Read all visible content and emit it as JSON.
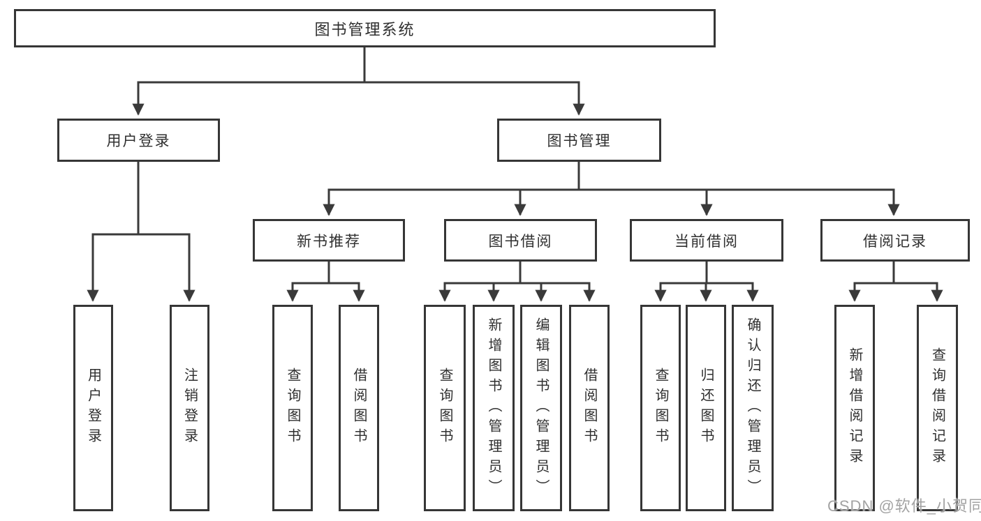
{
  "diagram": {
    "root": {
      "label": "图书管理系统",
      "children": [
        {
          "label": "用户登录",
          "children": [
            {
              "label": "用户登录"
            },
            {
              "label": "注销登录"
            }
          ]
        },
        {
          "label": "图书管理",
          "children": [
            {
              "label": "新书推荐",
              "children": [
                {
                  "label": "查询图书"
                },
                {
                  "label": "借阅图书"
                }
              ]
            },
            {
              "label": "图书借阅",
              "children": [
                {
                  "label": "查询图书"
                },
                {
                  "label": "新增图书（管理员）"
                },
                {
                  "label": "编辑图书（管理员）"
                },
                {
                  "label": "借阅图书"
                }
              ]
            },
            {
              "label": "当前借阅",
              "children": [
                {
                  "label": "查询图书"
                },
                {
                  "label": "归还图书"
                },
                {
                  "label": "确认归还（管理员）"
                }
              ]
            },
            {
              "label": "借阅记录",
              "children": [
                {
                  "label": "新增借阅记录"
                },
                {
                  "label": "查询借阅记录"
                }
              ]
            }
          ]
        }
      ]
    }
  },
  "watermark": {
    "text": "CSDN @软件_小贺同学"
  },
  "colors": {
    "line": "#3a3a3a",
    "box_border": "#363636",
    "text": "#2f2f2f",
    "watermark": "#a3a3a3",
    "background": "#ffffff"
  }
}
